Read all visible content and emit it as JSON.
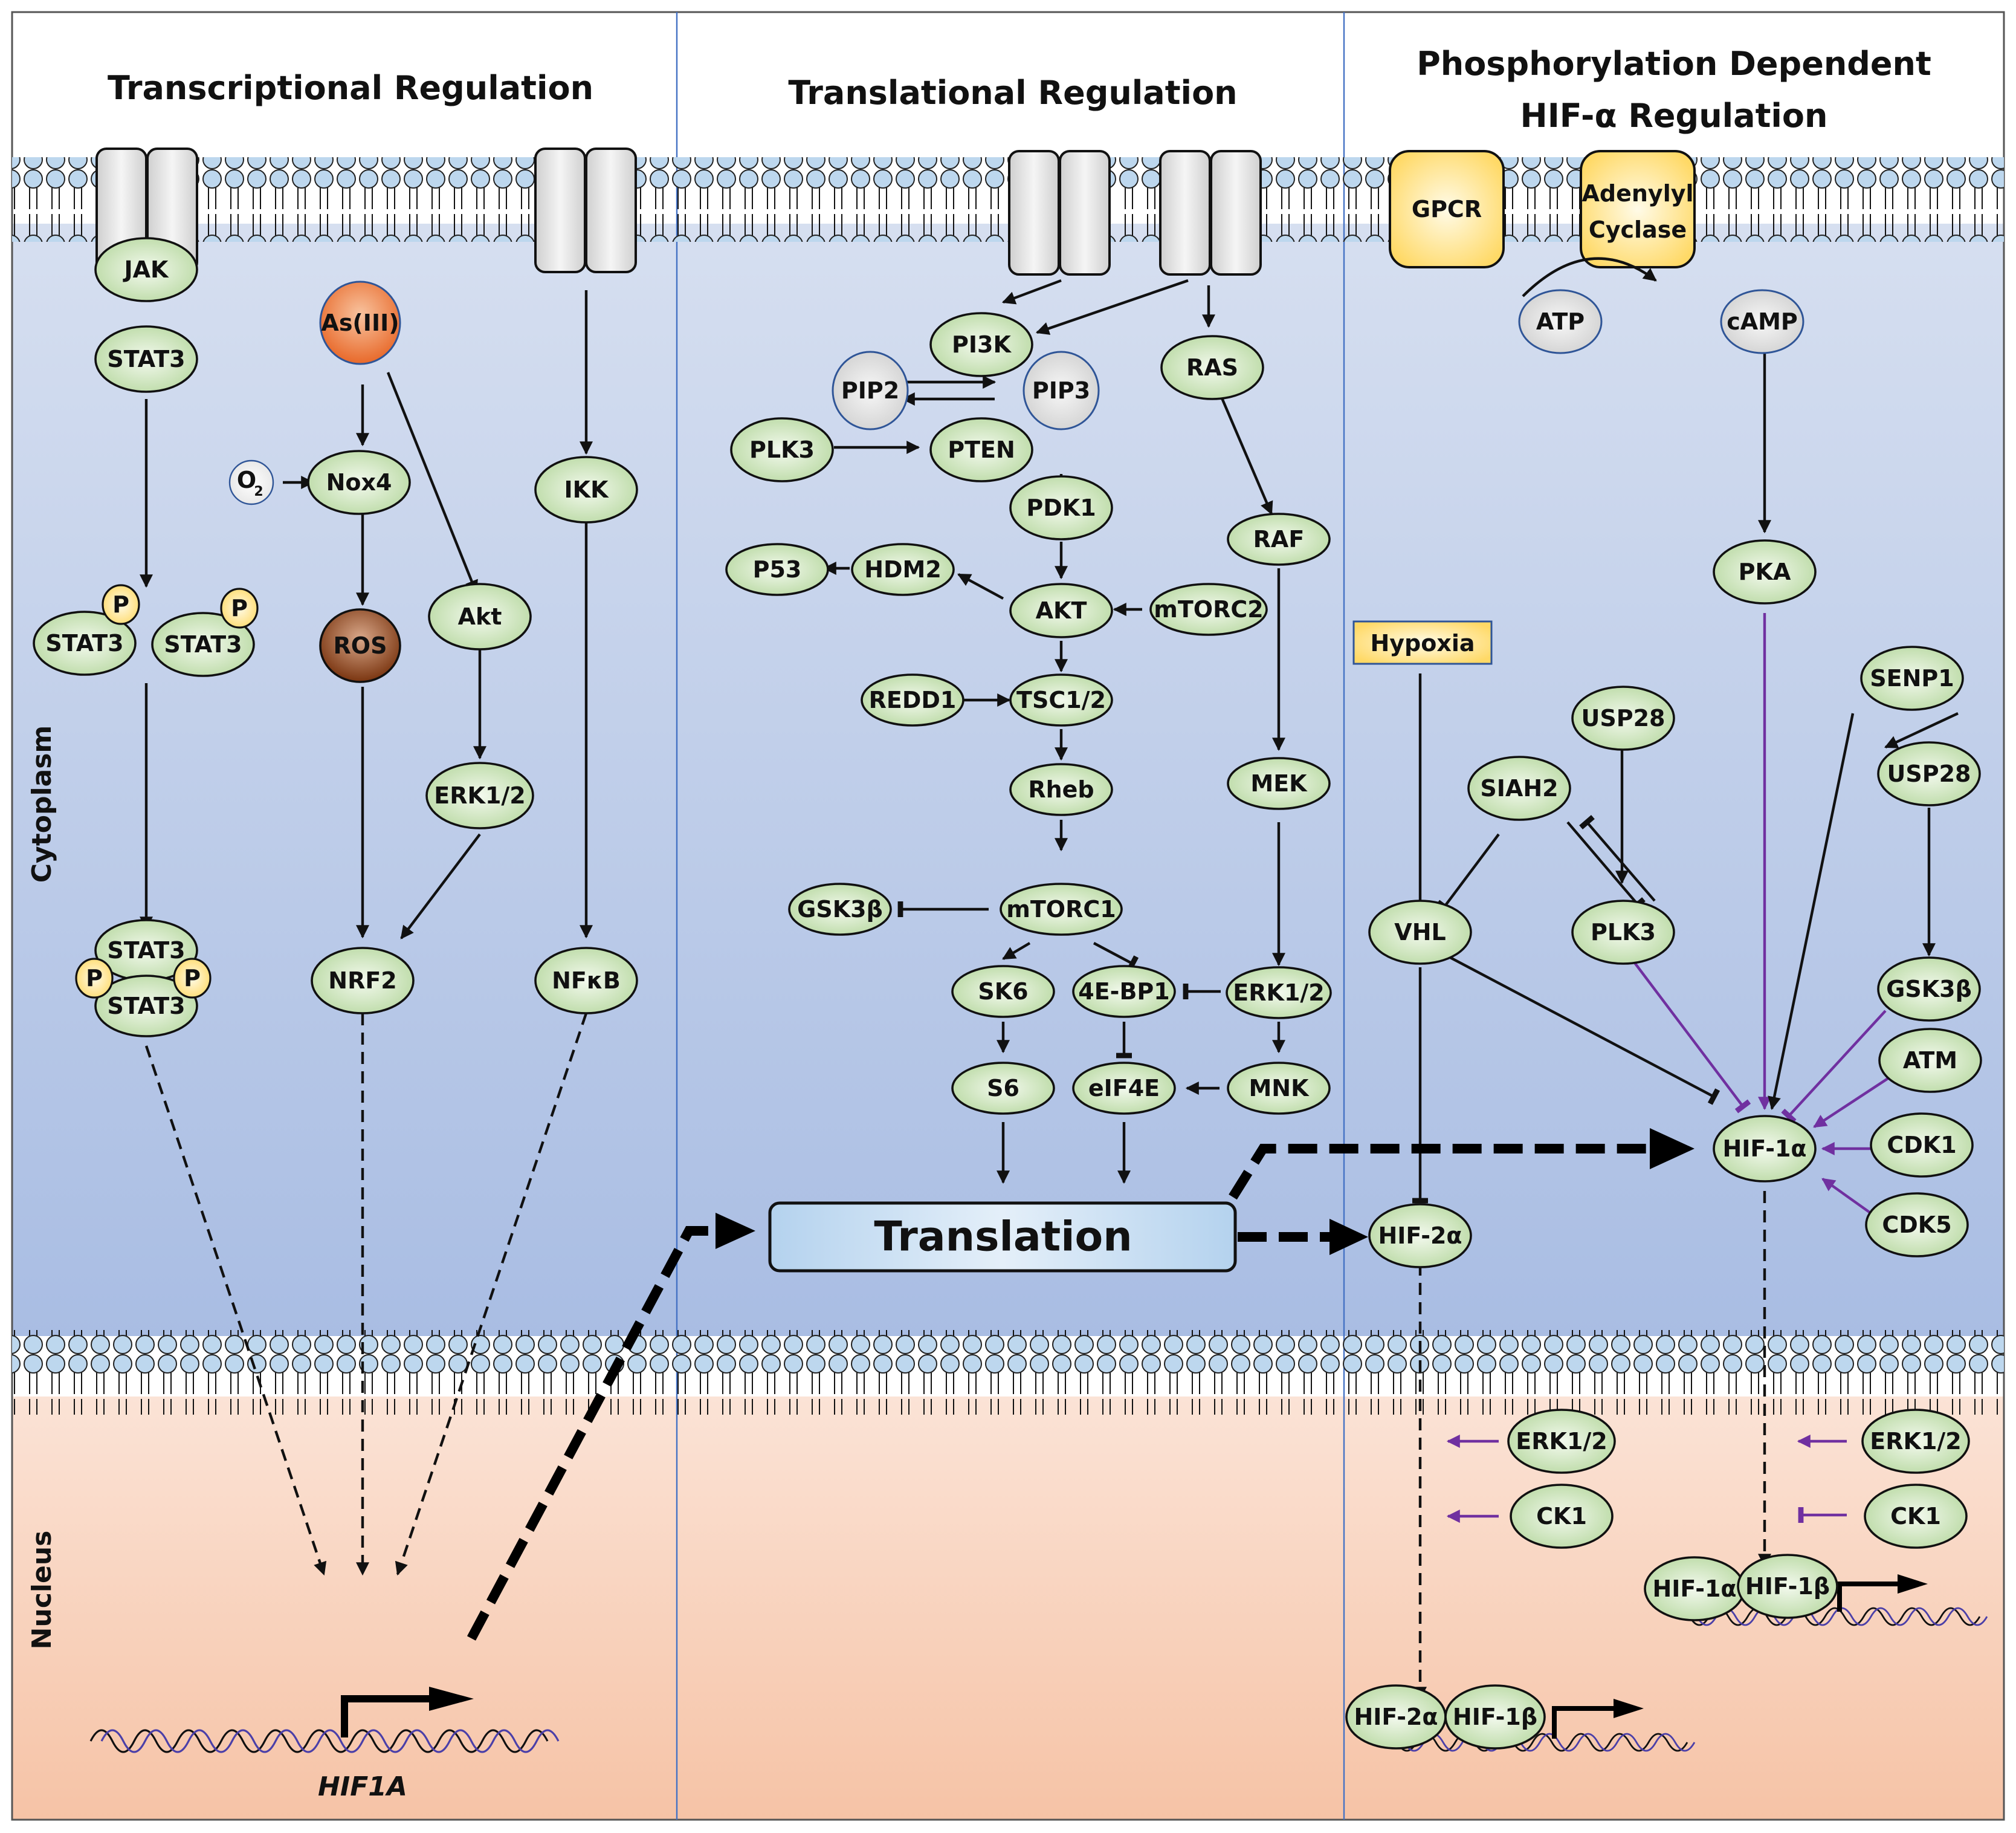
{
  "panels": {
    "transcriptional": {
      "title": "Transcriptional Regulation"
    },
    "translational": {
      "title": "Translational Regulation"
    },
    "phosphorylation": {
      "title_line1": "Phosphorylation Dependent",
      "title_line2": "HIF-α Regulation"
    }
  },
  "compartments": {
    "cytoplasm": "Cytoplasm",
    "nucleus": "Nucleus"
  },
  "colors": {
    "protein_fill": "#c6e0b4",
    "cytoplasm_top": "#d6dff0",
    "cytoplasm_bottom": "#a9bde3",
    "nucleus_top": "#fbe3d6",
    "nucleus_bottom": "#f6c3a6",
    "membrane_head": "#bdd7ee",
    "receptor_fill": "#d9d9d9",
    "gpcr_fill": "#ffd966",
    "arsenic_fill": "#ed7d31",
    "ros_fill": "#843c0c",
    "phospho_fill": "#ffd966",
    "purple_edge": "#7030a0"
  },
  "transcriptional": {
    "jak": "JAK",
    "stat3": "STAT3",
    "phospho": "P",
    "arsenic": "As(III)",
    "o2": "O",
    "o2_sub": "2",
    "nox4": "Nox4",
    "ros": "ROS",
    "akt": "Akt",
    "erk": "ERK1/2",
    "nrf2": "NRF2",
    "ikk": "IKK",
    "nfkb": "NFκB",
    "gene": "HIF1A"
  },
  "translational": {
    "pi3k": "PI3K",
    "pip2": "PIP2",
    "pip3": "PIP3",
    "plk3": "PLK3",
    "pten": "PTEN",
    "pdk1": "PDK1",
    "p53": "P53",
    "hdm2": "HDM2",
    "akt": "AKT",
    "mtorc2": "mTORC2",
    "redd1": "REDD1",
    "tsc": "TSC1/2",
    "rheb": "Rheb",
    "gsk3b": "GSK3β",
    "mtorc1": "mTORC1",
    "sk6": "SK6",
    "ebp1": "4E-BP1",
    "s6": "S6",
    "eif4e": "eIF4E",
    "ras": "RAS",
    "raf": "RAF",
    "mek": "MEK",
    "erk": "ERK1/2",
    "mnk": "MNK",
    "translation": "Translation"
  },
  "phosphorylation": {
    "gpcr": "GPCR",
    "adenylyl_line1": "Adenylyl",
    "adenylyl_line2": "Cyclase",
    "atp": "ATP",
    "camp": "cAMP",
    "pka": "PKA",
    "hypoxia": "Hypoxia",
    "senp1": "SENP1",
    "usp28_a": "USP28",
    "usp28_b": "USP28",
    "siah2": "SIAH2",
    "vhl": "VHL",
    "plk3": "PLK3",
    "gsk3b": "GSK3β",
    "atm": "ATM",
    "cdk1": "CDK1",
    "cdk5": "CDK5",
    "hif1a": "HIF-1α",
    "hif2a": "HIF-2α",
    "erk_a": "ERK1/2",
    "ck1_a": "CK1",
    "erk_b": "ERK1/2",
    "ck1_b": "CK1",
    "complex1_a": "HIF-1α",
    "complex1_b": "HIF-1β",
    "complex2_a": "HIF-2α",
    "complex2_b": "HIF-1β"
  }
}
